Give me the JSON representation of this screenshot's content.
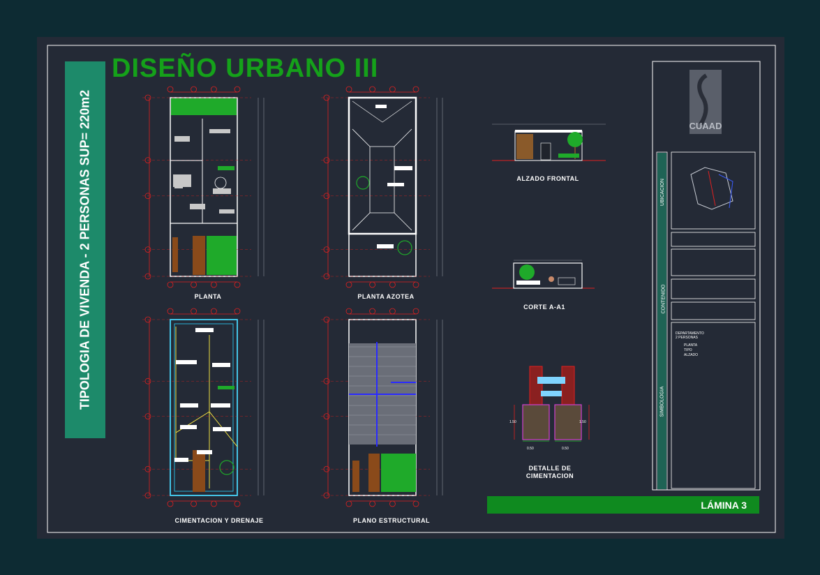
{
  "sheet": {
    "title": "DISEÑO URBANO III",
    "vertical_title": "TIPOLOGIA DE VIVENDA - 2 PERSONAS SUP= 220m2",
    "sheet_label": "LÁMINA    3"
  },
  "drawings": {
    "planta": "PLANTA",
    "planta_azotea": "PLANTA AZOTEA",
    "alzado_frontal": "ALZADO FRONTAL",
    "corte": "CORTE A-A1",
    "detalle_line1": "DETALLE DE",
    "detalle_line2": "CIMENTACION",
    "cimentacion": "CIMENTACION Y DRENAJE",
    "estructural": "PLANO ESTRUCTURAL"
  },
  "detail_dims": {
    "left_height": "1.50",
    "right_height": "1.50",
    "left_width": "0.50",
    "right_width": "0.50"
  },
  "title_block": {
    "logo": "CUAAD",
    "ubicacion": "UBICACION",
    "contenido": "CONTENIDO",
    "simbologia": "SIMBOLOGIA",
    "desc_line1": "DEPARTAMENTO",
    "desc_line2": "2 PERSONAS",
    "items": [
      "PLANTA",
      "TIPO",
      "ALZADO"
    ]
  },
  "colors": {
    "background": "#0d2b33",
    "sheet": "#242a36",
    "title_green": "#15a11a",
    "band_teal": "#1d8a6a",
    "lamina_green": "#0f8a1f",
    "dim_red": "#e02020"
  }
}
